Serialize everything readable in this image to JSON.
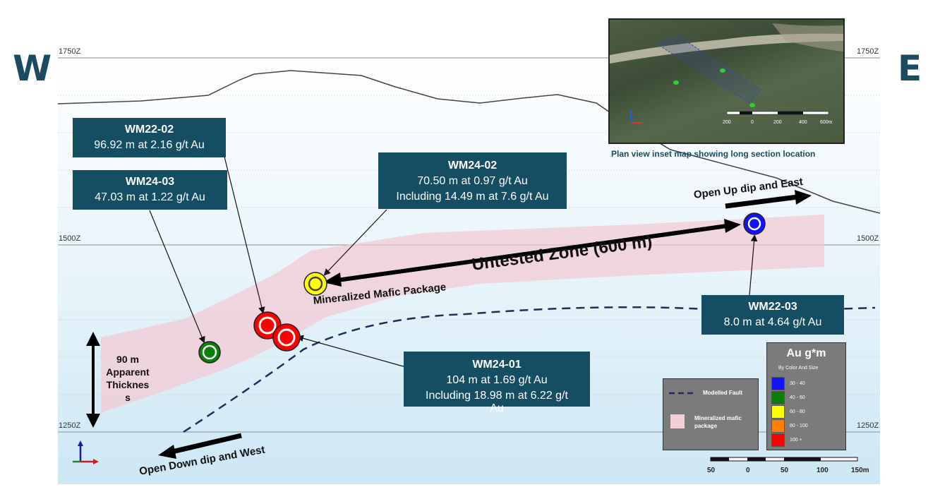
{
  "directions": {
    "west": "W",
    "east": "E"
  },
  "elevations": {
    "top_left": "1750Z",
    "top_right": "1750Z",
    "mid_left": "1500Z",
    "mid_right": "1500Z",
    "bot_left": "1250Z",
    "bot_right": "1250Z"
  },
  "callouts": {
    "wm22_02": {
      "name": "WM22-02",
      "lines": [
        "96.92 m at 2.16 g/t Au"
      ]
    },
    "wm24_03": {
      "name": "WM24-03",
      "lines": [
        "47.03 m at 1.22 g/t Au"
      ]
    },
    "wm24_02": {
      "name": "WM24-02",
      "lines": [
        "70.50 m at 0.97 g/t Au",
        "Including 14.49 m at 7.6 g/t Au"
      ]
    },
    "wm24_01": {
      "name": "WM24-01",
      "lines": [
        "104 m at 1.69 g/t Au",
        "Including 18.98 m at 6.22 g/t",
        "Au"
      ]
    },
    "wm22_03": {
      "name": "WM22-03",
      "lines": [
        "8.0 m at 4.64 g/t Au"
      ]
    }
  },
  "annotations": {
    "untested_zone": "Untested Zone (600 m)",
    "mafic_package": "Mineralized Mafic Package",
    "open_up": "Open Up dip and East",
    "open_down": "Open Down dip and West",
    "thickness": [
      "90 m",
      "Apparent",
      "Thicknes",
      "s"
    ]
  },
  "inset": {
    "caption": "Plan view inset map showing long section location",
    "scale_labels": [
      "200",
      "0",
      "200",
      "400",
      "600m"
    ]
  },
  "legend_fault": {
    "fault": "Modelled Fault",
    "package": "Mineralized mafic package"
  },
  "legend_au": {
    "title": "Au g*m",
    "subtitle": "By Color And Size",
    "items": [
      {
        "label": "30 - 40",
        "color": "#1212ff"
      },
      {
        "label": "40 - 60",
        "color": "#0a7f0a"
      },
      {
        "label": "60 - 80",
        "color": "#ffff00"
      },
      {
        "label": "80 - 100",
        "color": "#ff8000"
      },
      {
        "label": "100 +",
        "color": "#ff0000"
      }
    ]
  },
  "scale_bar": [
    "50",
    "0",
    "50",
    "100",
    "150m"
  ]
}
